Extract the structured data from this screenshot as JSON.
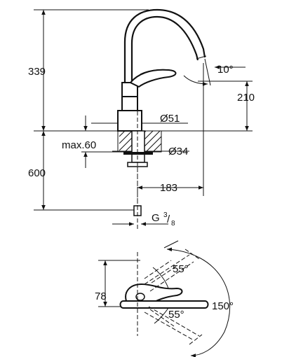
{
  "side_view": {
    "height_total": "339",
    "angle_top": "10°",
    "spout_height": "210",
    "hole_diameter": "Ø51",
    "max_thickness": "max.60",
    "thread_diameter": "Ø34",
    "height_below": "600",
    "reach": "183",
    "connection_main": "G",
    "connection_sup": "3",
    "connection_sub": "8"
  },
  "top_view": {
    "depth": "78",
    "angle_upper": "55°",
    "angle_lower": "55°",
    "swivel": "150°"
  }
}
